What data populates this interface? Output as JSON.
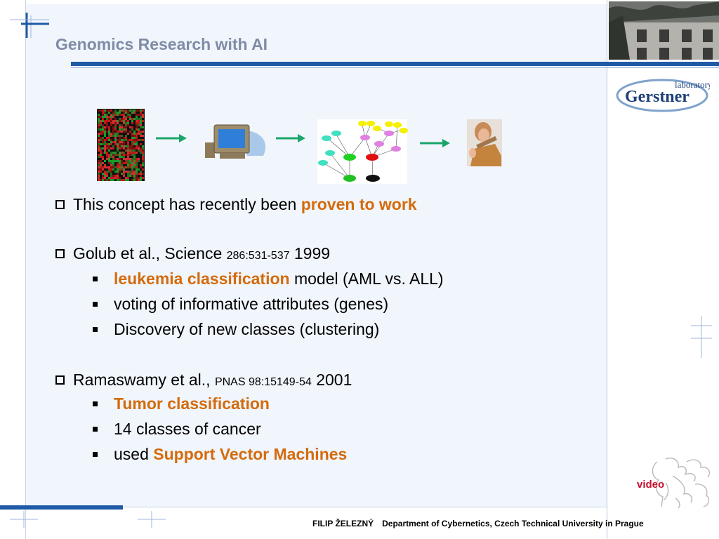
{
  "title": "Genomics Research with AI",
  "logo": {
    "line1": "laboratory",
    "line2": "Gerstner"
  },
  "bullets": [
    {
      "text": "This concept has recently been ",
      "highlight": "proven to work"
    },
    {
      "text": "Golub et al., Science ",
      "small": "286:531-537",
      "tail": " 1999",
      "subs": [
        {
          "highlight": "leukemia classification",
          "text": " model (AML vs. ALL)"
        },
        {
          "text": "voting of informative attributes (genes)"
        },
        {
          "text": "Discovery of new classes (clustering)"
        }
      ]
    },
    {
      "text": "Ramaswamy et al., ",
      "small": "PNAS 98:15149-54",
      "tail": " 2001",
      "subs": [
        {
          "highlight": "Tumor classification"
        },
        {
          "text": "14 classes of cancer"
        },
        {
          "text": "used ",
          "highlight": "Support Vector Machines"
        }
      ]
    }
  ],
  "video_label": "video",
  "footer": {
    "author": "FILIP ŽELEZNÝ",
    "dept": "Department of Cybernetics, Czech Technical University in Prague"
  },
  "colors": {
    "accent": "#1f5aa6",
    "highlight": "#d46b0c",
    "video": "#c8102e",
    "title": "#7f8ca6"
  },
  "icons": [
    "microarray-image",
    "arrow-right-icon",
    "computer-icon",
    "bayesian-network-diagram",
    "doctor-photo"
  ]
}
